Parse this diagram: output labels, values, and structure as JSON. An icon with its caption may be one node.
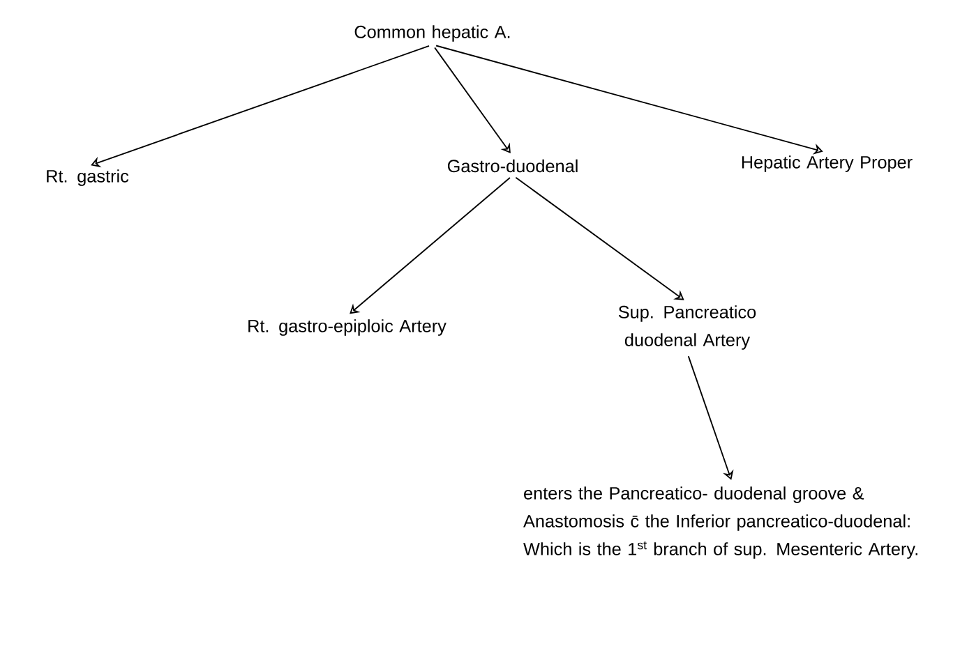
{
  "diagram": {
    "nodes": [
      {
        "text": [
          "Common hepatic A."
        ]
      },
      {
        "text": [
          "Rt. gastric"
        ]
      },
      {
        "text": [
          "Gastro-duodenal"
        ]
      },
      {
        "text": [
          "Hepatic Artery Proper"
        ]
      },
      {
        "text": [
          "Rt. gastro-epiploic Artery"
        ]
      },
      {
        "text": [
          "Sup. Pancreatico duodenal Artery"
        ]
      },
      {
        "text": [
          "enters the Pancreatico- duodenal groove & Anastomosis c̄ the Inferior pancreatico-duodenal: Which is the 1$^{st}$ branch of sup. Mesenteric Artery."
        ]
      }
    ],
    "edges": [
      {
        "from": 0,
        "to": 1,
        "arrow": "to"
      },
      {
        "from": 0,
        "to": 2,
        "arrow": "to"
      },
      {
        "from": 0,
        "to": 3,
        "arrow": "to"
      },
      {
        "from": 2,
        "to": 4,
        "arrow": "to"
      },
      {
        "from": 2,
        "to": 5,
        "arrow": "to"
      },
      {
        "from": 5,
        "to": 6,
        "arrow": "to"
      }
    ]
  }
}
